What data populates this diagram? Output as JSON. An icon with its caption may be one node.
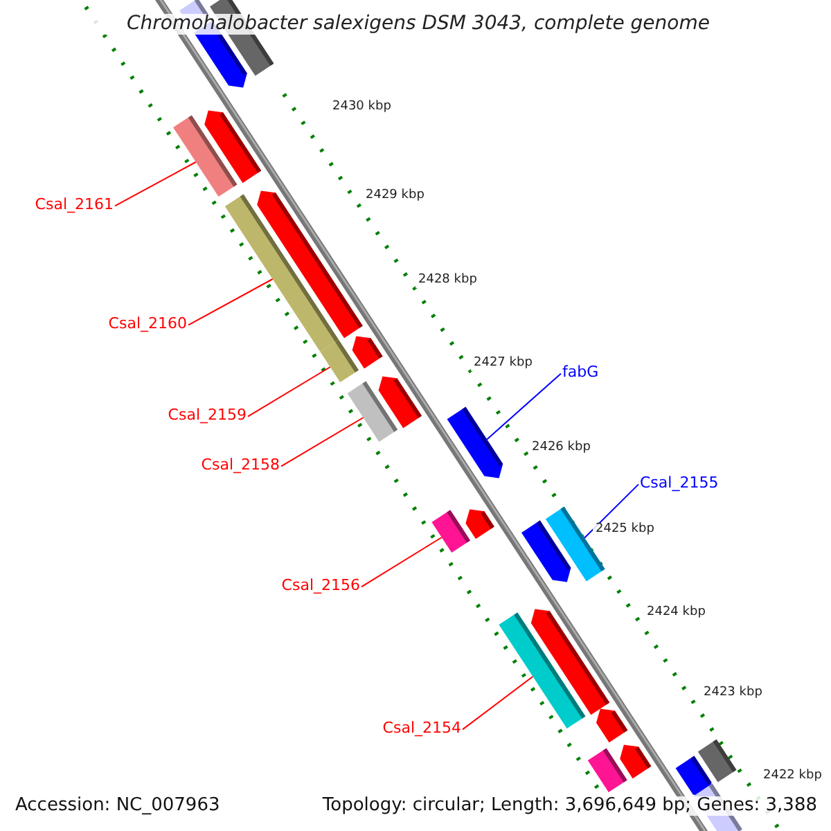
{
  "diagram": {
    "title": "Chromohalobacter salexigens DSM 3043, complete genome",
    "nodes": [
      {
        "text": [
          "Csal_2161"
        ]
      },
      {
        "text": [],
        "shape": "bar"
      },
      {
        "text": [
          "Csal_2160"
        ]
      },
      {
        "text": [],
        "shape": "bar"
      },
      {
        "text": [
          "fabG"
        ]
      },
      {
        "text": [],
        "shape": "arrow"
      },
      {
        "text": [
          "Csal_2159"
        ]
      },
      {
        "text": [],
        "shape": "bar"
      },
      {
        "text": [
          "Csal_2158"
        ]
      },
      {
        "text": [],
        "shape": "bar"
      },
      {
        "text": [
          "Csal_2155"
        ]
      },
      {
        "text": [],
        "shape": "bar"
      },
      {
        "text": [
          "Csal_2156"
        ]
      },
      {
        "text": [],
        "shape": "bar"
      },
      {
        "text": [
          "Csal_2154"
        ]
      },
      {
        "text": [],
        "shape": "bar"
      },
      {
        "text": [],
        "shape": "bar"
      },
      {
        "text": [],
        "shape": "arrow"
      },
      {
        "text": [],
        "shape": "bar"
      },
      {
        "text": [],
        "shape": "arrow"
      },
      {
        "text": [],
        "shape": "arrow"
      },
      {
        "text": [],
        "shape": "arrow"
      },
      {
        "text": [],
        "shape": "arrow"
      },
      {
        "text": [],
        "shape": "arrow"
      },
      {
        "text": [],
        "shape": "arrow"
      },
      {
        "text": [],
        "shape": "arrow"
      },
      {
        "text": [],
        "shape": "arrow"
      },
      {
        "text": [],
        "shape": "bar"
      },
      {
        "text": [],
        "shape": "arrow"
      },
      {
        "text": [],
        "shape": "bar"
      },
      {
        "text": [],
        "shape": "arrow"
      },
      {
        "text": [],
        "shape": "bar"
      }
    ],
    "edges": [
      {
        "from": 0,
        "to": 1,
        "arrow": "none"
      },
      {
        "from": 2,
        "to": 3,
        "arrow": "none"
      },
      {
        "from": 4,
        "to": 5,
        "arrow": "none",
        "color": "#0000ff"
      },
      {
        "from": 6,
        "to": 7,
        "arrow": "none"
      },
      {
        "from": 8,
        "to": 9,
        "arrow": "none"
      },
      {
        "from": 10,
        "to": 11,
        "arrow": "none",
        "color": "#0000ff"
      },
      {
        "from": 12,
        "to": 13,
        "arrow": "none"
      },
      {
        "from": 14,
        "to": 15,
        "arrow": "none"
      }
    ],
    "labels": [
      "2430 kbp",
      "2429 kbp",
      "2428 kbp",
      "2427 kbp",
      "2426 kbp",
      "2425 kbp",
      "2424 kbp",
      "2423 kbp",
      "2422 kbp",
      "Accession: NC_007963",
      "Topology: circular; Length: 3,696,649 bp; Genes: 3,388"
    ]
  }
}
